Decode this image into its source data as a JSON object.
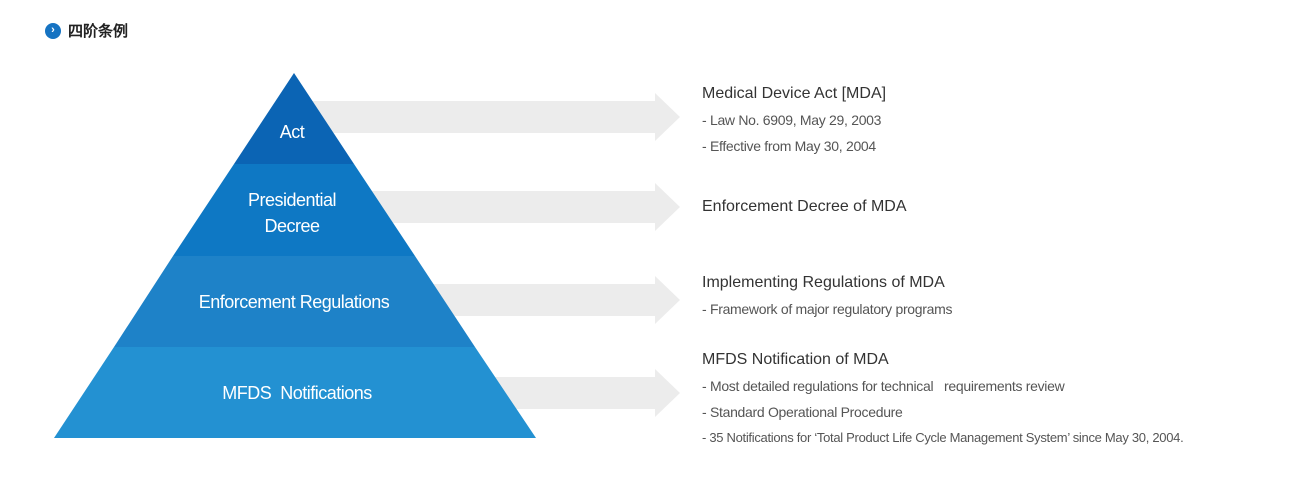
{
  "heading": {
    "icon": "chevron-right-circle-icon",
    "title": "四阶条例"
  },
  "colors": {
    "act": "#0b64b4",
    "decree": "#0e78c4",
    "regulations": "#1e82c8",
    "notifications": "#2391d2",
    "arrow": "#ececec"
  },
  "pyramid": [
    {
      "label": "Act"
    },
    {
      "label": "Presidential",
      "label2": "Decree"
    },
    {
      "label": "Enforcement Regulations"
    },
    {
      "label": "MFDS  Notifications"
    }
  ],
  "details": [
    {
      "title": "Medical Device Act [MDA]",
      "items": [
        "- Law No. 6909, May 29, 2003",
        "- Effective from May 30, 2004"
      ]
    },
    {
      "title": "Enforcement Decree of MDA",
      "items": []
    },
    {
      "title": "Implementing Regulations of MDA",
      "items": [
        "- Framework of major regulatory programs"
      ]
    },
    {
      "title": "MFDS Notification of MDA",
      "items": [
        "- Most detailed regulations for technical   requirements review",
        "- Standard Operational Procedure",
        "- 35 Notifications for ‘Total Product Life Cycle Management System’ since May 30, 2004."
      ]
    }
  ]
}
